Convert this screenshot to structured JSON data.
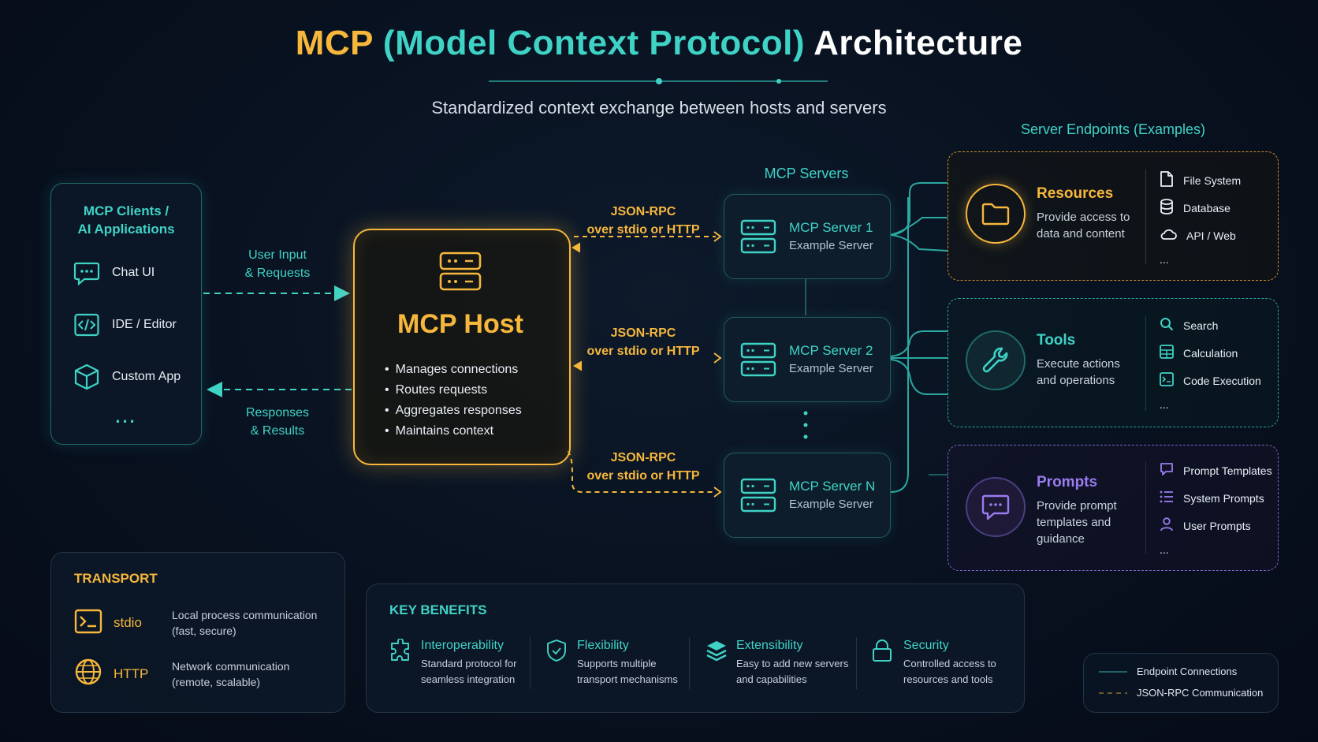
{
  "title": {
    "part1": "MCP",
    "part2": "(Model Context Protocol)",
    "part3": "Architecture"
  },
  "subtitle": "Standardized context exchange between hosts and servers",
  "clients": {
    "heading_line1": "MCP Clients /",
    "heading_line2": "AI Applications",
    "items": [
      {
        "label": "Chat UI",
        "icon": "chat-icon"
      },
      {
        "label": "IDE / Editor",
        "icon": "code-icon"
      },
      {
        "label": "Custom App",
        "icon": "cube-icon"
      }
    ],
    "more": "..."
  },
  "flows": {
    "request_line1": "User Input",
    "request_line2": "& Requests",
    "response_line1": "Responses",
    "response_line2": "& Results"
  },
  "rpc": {
    "line1": "JSON-RPC",
    "line2": "over stdio or HTTP"
  },
  "host": {
    "title": "MCP Host",
    "icon": "server-stack-icon",
    "bullets": [
      "Manages connections",
      "Routes requests",
      "Aggregates responses",
      "Maintains context"
    ]
  },
  "servers": {
    "heading": "MCP Servers",
    "items": [
      {
        "name": "MCP Server 1",
        "sub": "Example Server"
      },
      {
        "name": "MCP Server 2",
        "sub": "Example Server"
      },
      {
        "name": "MCP Server N",
        "sub": "Example Server"
      }
    ]
  },
  "endpoints": {
    "heading": "Server Endpoints (Examples)",
    "resources": {
      "title": "Resources",
      "icon": "folder-icon",
      "desc_line1": "Provide access to",
      "desc_line2": "data and content",
      "items": [
        {
          "label": "File System",
          "icon": "file-icon"
        },
        {
          "label": "Database",
          "icon": "database-icon"
        },
        {
          "label": "API / Web",
          "icon": "cloud-icon"
        }
      ],
      "more": "..."
    },
    "tools": {
      "title": "Tools",
      "icon": "wrench-icon",
      "desc_line1": "Execute actions",
      "desc_line2": "and operations",
      "items": [
        {
          "label": "Search",
          "icon": "search-icon"
        },
        {
          "label": "Calculation",
          "icon": "calculator-icon"
        },
        {
          "label": "Code Execution",
          "icon": "terminal-icon"
        }
      ],
      "more": "..."
    },
    "prompts": {
      "title": "Prompts",
      "icon": "message-icon",
      "desc_line1": "Provide prompt",
      "desc_line2": "templates and",
      "desc_line3": "guidance",
      "items": [
        {
          "label": "Prompt Templates",
          "icon": "message-square-icon"
        },
        {
          "label": "System Prompts",
          "icon": "list-icon"
        },
        {
          "label": "User Prompts",
          "icon": "user-icon"
        }
      ],
      "more": "..."
    }
  },
  "transport": {
    "heading": "TRANSPORT",
    "items": [
      {
        "name": "stdio",
        "icon": "terminal-icon",
        "desc_line1": "Local process communication",
        "desc_line2": "(fast, secure)"
      },
      {
        "name": "HTTP",
        "icon": "globe-icon",
        "desc_line1": "Network communication",
        "desc_line2": "(remote, scalable)"
      }
    ]
  },
  "benefits": {
    "heading": "KEY BENEFITS",
    "items": [
      {
        "title": "Interoperability",
        "icon": "puzzle-icon",
        "desc_line1": "Standard protocol for",
        "desc_line2": "seamless integration"
      },
      {
        "title": "Flexibility",
        "icon": "shield-icon",
        "desc_line1": "Supports multiple",
        "desc_line2": "transport mechanisms"
      },
      {
        "title": "Extensibility",
        "icon": "layers-icon",
        "desc_line1": "Easy to add new servers",
        "desc_line2": "and capabilities"
      },
      {
        "title": "Security",
        "icon": "lock-icon",
        "desc_line1": "Controlled access to",
        "desc_line2": "resources and tools"
      }
    ]
  },
  "legend": {
    "endpoint_connections": "Endpoint Connections",
    "rpc_communication": "JSON-RPC Communication"
  },
  "colors": {
    "teal": "#3fd3c6",
    "orange": "#f6b73c",
    "purple": "#9b7bf0",
    "background": "#08111f"
  }
}
